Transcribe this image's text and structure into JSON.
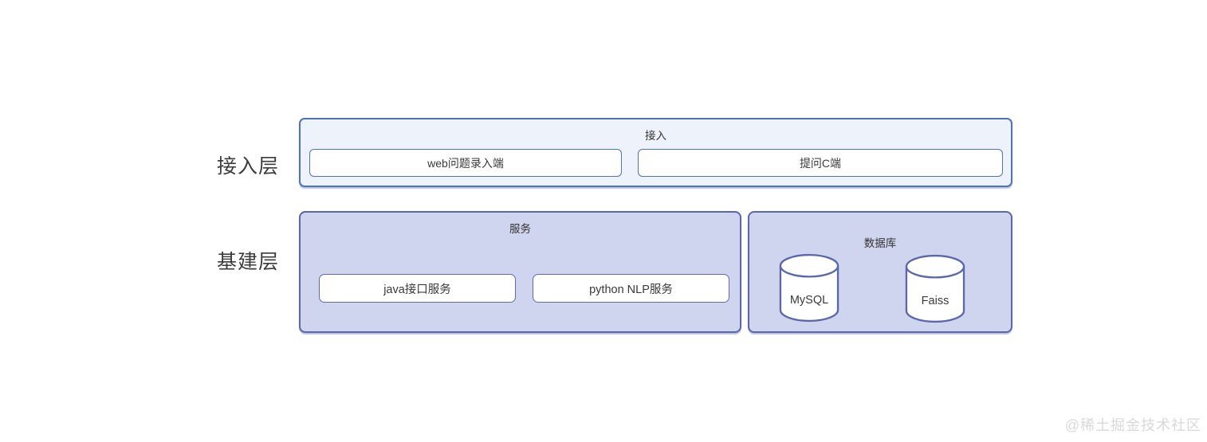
{
  "diagram": {
    "layers": [
      {
        "label": "接入层",
        "groups": [
          {
            "title": "接入",
            "nodes": [
              {
                "label": "web问题录入端",
                "shape": "rect"
              },
              {
                "label": "提问C端",
                "shape": "rect"
              }
            ]
          }
        ]
      },
      {
        "label": "基建层",
        "groups": [
          {
            "title": "服务",
            "nodes": [
              {
                "label": "java接口服务",
                "shape": "rect"
              },
              {
                "label": "python NLP服务",
                "shape": "rect"
              }
            ]
          },
          {
            "title": "数据库",
            "nodes": [
              {
                "label": "MySQL",
                "shape": "cylinder"
              },
              {
                "label": "Faiss",
                "shape": "cylinder"
              }
            ]
          }
        ]
      }
    ],
    "watermark": "@稀土掘金技术社区",
    "colors": {
      "background": "#ffffff",
      "access_group_fill": "#edf2fb",
      "access_border": "#4c73c0",
      "infra_group_fill": "#d0d5ef",
      "infra_border": "#5a67a9",
      "node_fill": "#ffffff",
      "text": "#3a3a3a",
      "watermark_text": "#d9d9d9"
    }
  }
}
